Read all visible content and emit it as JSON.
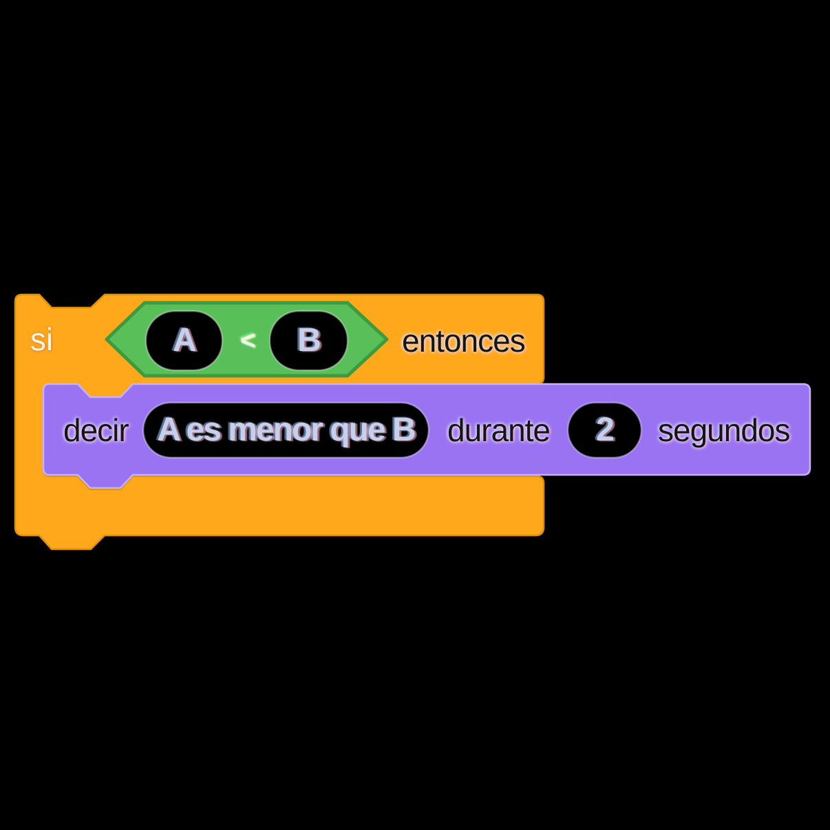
{
  "colors": {
    "background": "#000000",
    "control_block": "#FFA81C",
    "control_border": "#DD9005",
    "operator_block": "#59C059",
    "operator_border": "#3E9A3E",
    "looks_block": "#9A73F2",
    "looks_border": "#C7B2FF",
    "input_fill": "#000000",
    "input_border_light": "#D8DCE8",
    "input_border_lavender": "#D3C4FF"
  },
  "if_block": {
    "label_if": "si",
    "label_then": "entonces",
    "condition": {
      "operand_a": "A",
      "operator": "<",
      "operand_b": "B"
    }
  },
  "say_block": {
    "label_say": "decir",
    "message": "A es menor que B",
    "label_for": "durante",
    "duration": "2",
    "label_seconds": "segundos"
  }
}
